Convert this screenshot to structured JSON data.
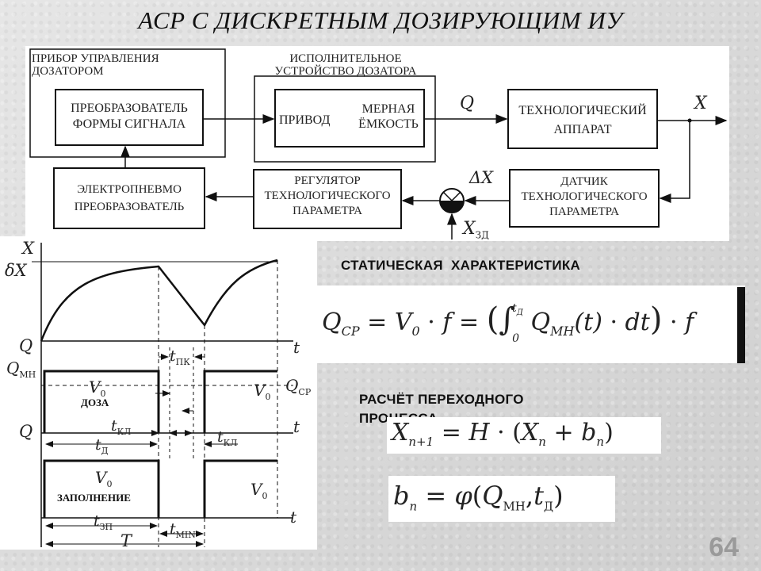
{
  "slide": {
    "title": "АСР С ДИСКРЕТНЫМ ДОЗИРУЮЩИМ ИУ",
    "page_number": "64"
  },
  "block_diagram": {
    "group_control": "ПРИБОР УПРАВЛЕНИЯ\nДОЗАТОРОМ",
    "group_actuator": "ИСПОЛНИТЕЛЬНОЕ\nУСТРОЙСТВО ДОЗАТОРА",
    "converter": "ПРЕОБРАЗОВАТЕЛЬ\nФОРМЫ СИГНАЛА",
    "drive": "ПРИВОД",
    "vessel": "МЕРНАЯ\nЁМКОСТЬ",
    "apparatus": "ТЕХНОЛОГИЧЕСКИЙ\nАППАРАТ",
    "pneumo": "ЭЛЕКТРОПНЕВМО\nПРЕОБРАЗОВАТЕЛЬ",
    "regulator": "РЕГУЛЯТОР\nТЕХНОЛОГИЧЕСКОГО\nПАРАМЕТРА",
    "sensor": "ДАТЧИК\nТЕХНОЛОГИЧЕСКОГО\nПАРАМЕТРА",
    "q_label": "Q",
    "x_label": "X",
    "dx_label": "ΔX",
    "xzd_label": "X",
    "xzd_sub": "ЗД"
  },
  "timing": {
    "x_axis": "X",
    "dx_axis": "δX",
    "t": "t",
    "q": "Q",
    "q_mn": "Q",
    "q_mn_sub": "МН",
    "q_sr": "Q",
    "q_sr_sub": "СР",
    "v0": "V",
    "v0_sub": "0",
    "doza": "ДОЗА",
    "zapolnenie": "ЗАПОЛНЕНИЕ",
    "t_pk": "t",
    "t_pk_sub": "ПК",
    "t_kl": "t",
    "t_kl_sub": "КЛ",
    "t_d": "t",
    "t_d_sub": "Д",
    "t_zp": "t",
    "t_zp_sub": "ЗП",
    "t_min": "t",
    "t_min_sub": "MIN",
    "period": "T"
  },
  "right": {
    "static_heading": "СТАТИЧЕСКАЯ  ХАРАКТЕРИСТИКА",
    "transient_heading": "РАСЧЁТ ПЕРЕХОДНОГО\nПРОЦЕССА"
  },
  "formulas": {
    "q_cp": "Q",
    "q_cp_sub": "CP",
    "eq": "=",
    "v0": "V",
    "v0_sub": "0",
    "dot": "·",
    "f": "f",
    "integral_upper": "t",
    "integral_upper_sub": "Д",
    "integral_lower": "0",
    "q_mn": "Q",
    "q_mn_sub": "MH",
    "t_arg": "(t)",
    "dt": "dt",
    "x_next": "X",
    "x_next_sub": "n+1",
    "h": "H",
    "x_n": "X",
    "x_n_sub": "n",
    "b_n": "b",
    "b_n_sub": "n",
    "phi": "φ",
    "plus": "+",
    "q_mn2": "Q",
    "q_mn2_sub": "МН",
    "t_d": "t",
    "t_d_sub": "Д"
  }
}
